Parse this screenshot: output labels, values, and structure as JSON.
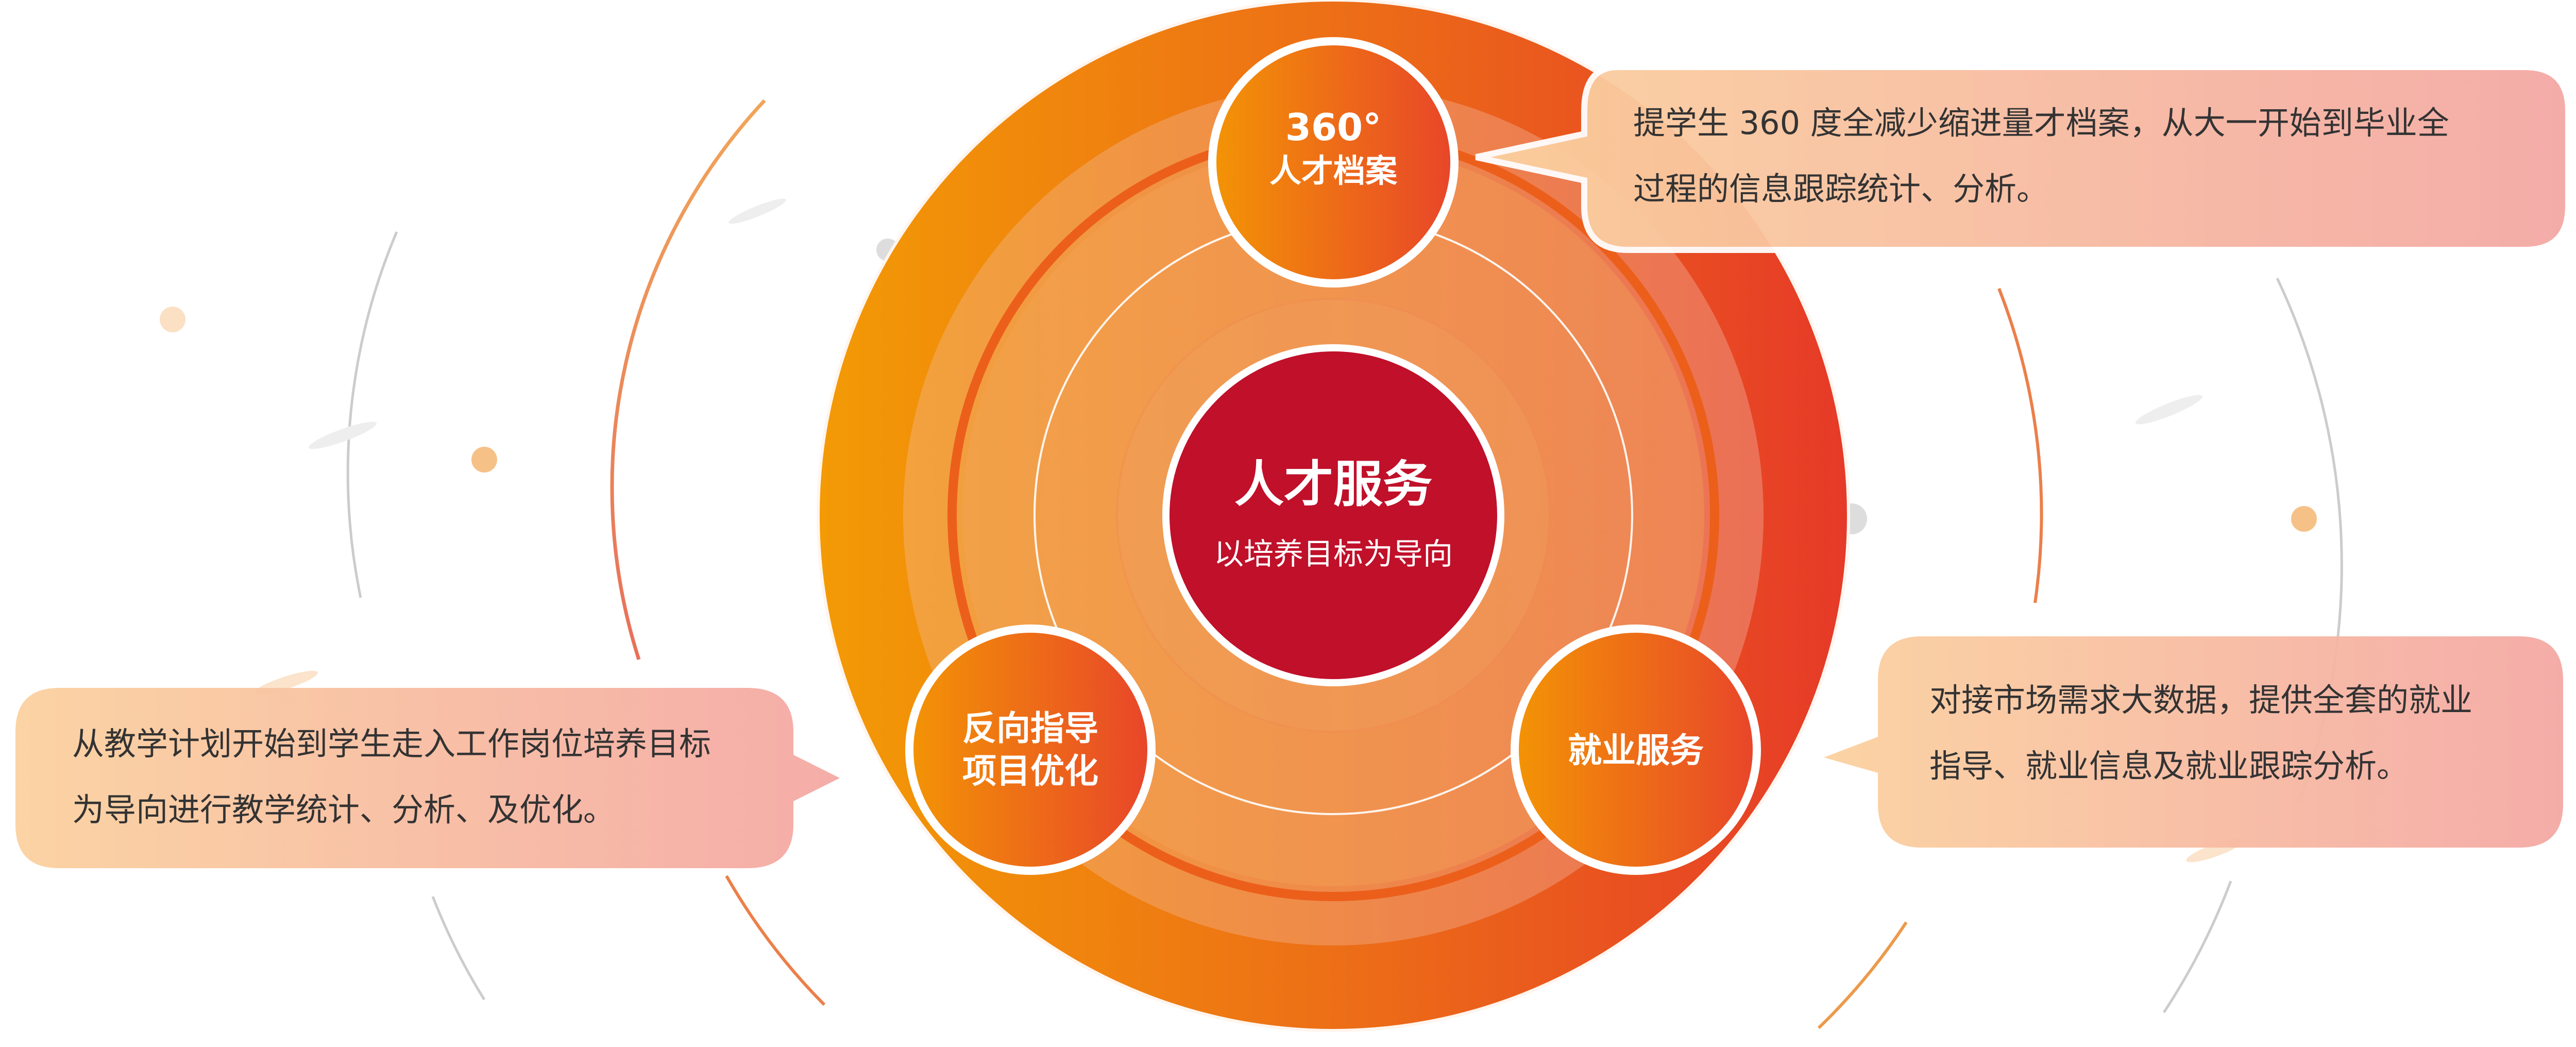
{
  "center": {
    "title": "人才服务",
    "subtitle": "以培养目标为导向"
  },
  "nodes": [
    {
      "id": "archive",
      "line1": "360°",
      "line2": "人才档案"
    },
    {
      "id": "reverse",
      "line1": "反向指导",
      "line2": "项目优化"
    },
    {
      "id": "employment",
      "line1": "就业服务",
      "line2": ""
    }
  ],
  "callouts": {
    "archive": {
      "line1": "提学生  360  度全减少缩进量才档案，从大一开始到毕业全",
      "line2": "过程的信息跟踪统计、分析。"
    },
    "reverse": {
      "line1": "从教学计划开始到学生走入工作岗位培养目标",
      "line2": "为导向进行教学统计、分析、及优化。"
    },
    "employment": {
      "line1": "对接市场需求大数据，提供全套的就业",
      "line2": "指导、就业信息及就业跟踪分析。"
    }
  },
  "colors": {
    "orange": "#f08c00",
    "red_orange": "#e8472a",
    "crimson": "#c0102a",
    "callout_start": "#f9c79a",
    "callout_end": "#f3a7a3"
  }
}
